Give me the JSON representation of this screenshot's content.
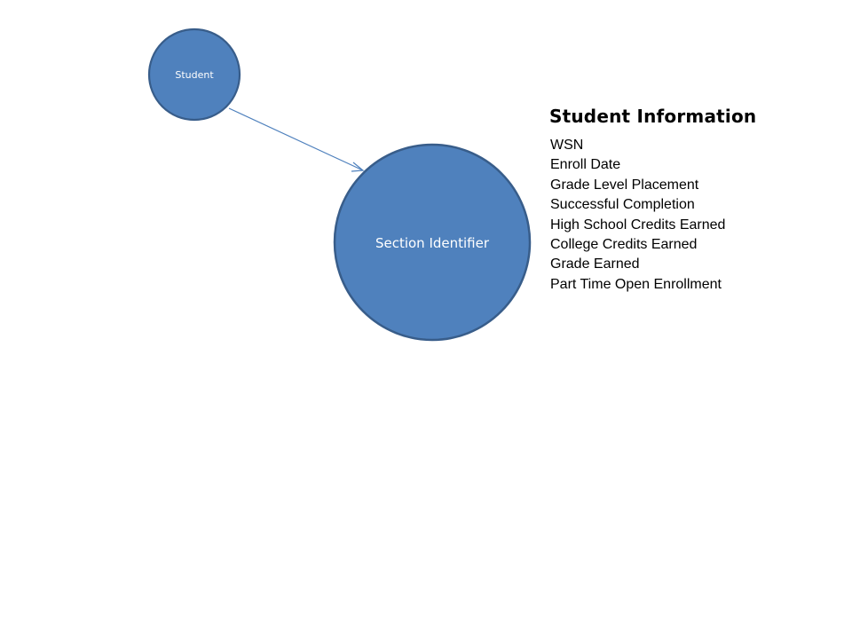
{
  "nodes": {
    "student": {
      "label": "Student"
    },
    "section": {
      "label": "Section Identifier"
    }
  },
  "colors": {
    "node_fill": "#4f81bd",
    "node_stroke": "#385d8a",
    "connector": "#4f81bd",
    "text": "#000000"
  },
  "info": {
    "title": "Student Information",
    "items": [
      "WSN",
      "Enroll Date",
      "Grade Level Placement",
      "Successful Completion",
      "High School Credits Earned",
      "College Credits Earned",
      "Grade Earned",
      "Part Time Open Enrollment"
    ]
  }
}
